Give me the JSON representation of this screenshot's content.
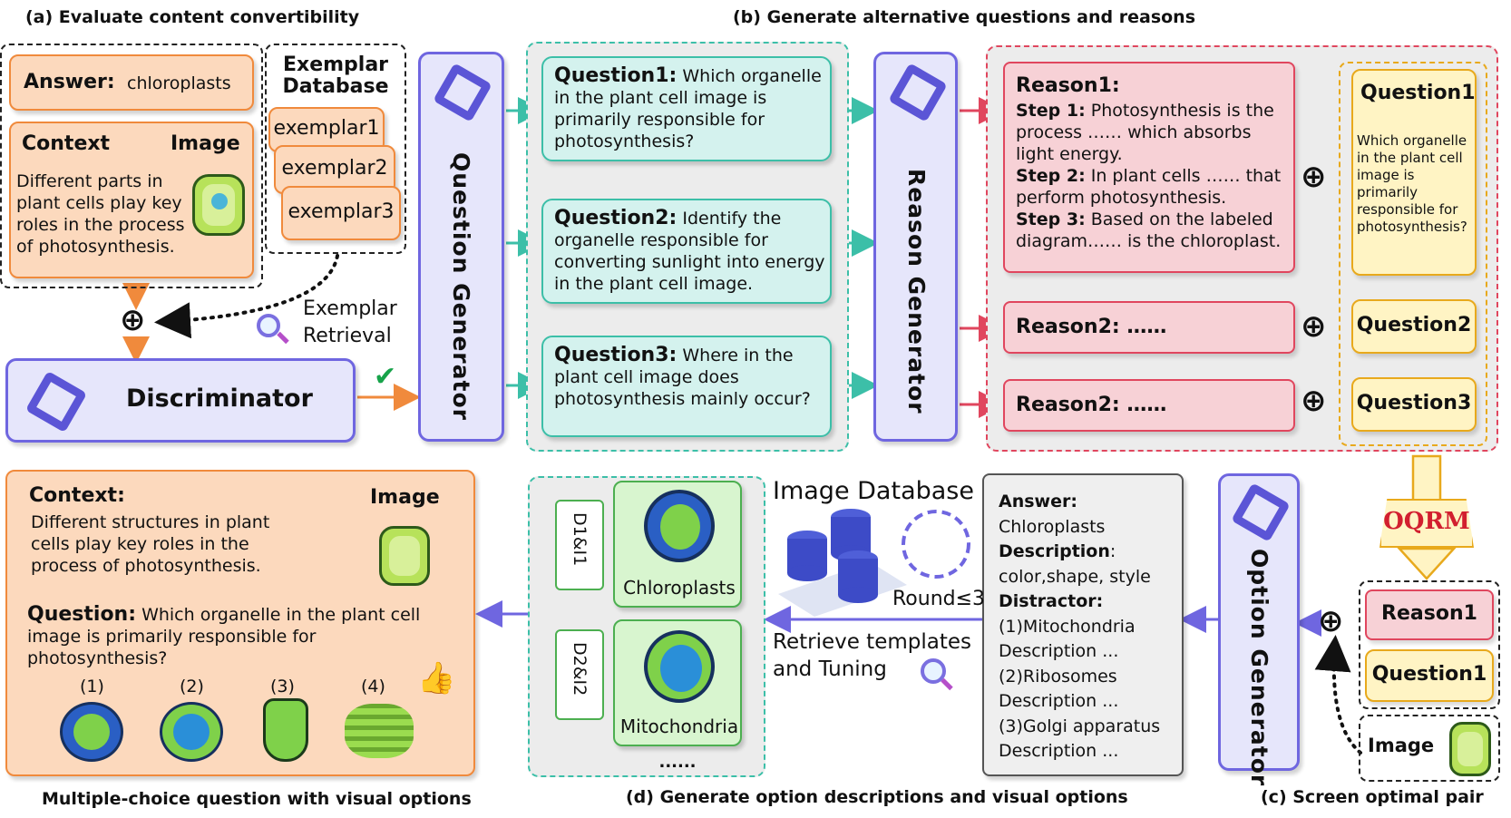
{
  "captions": {
    "a": "(a) Evaluate content convertibility",
    "b": "(b) Generate alternative questions and reasons",
    "c": "(c) Screen optimal pair",
    "d": "(d) Generate option descriptions and visual options",
    "mcq": "Multiple-choice question with visual options"
  },
  "panel_a": {
    "answer_label": "Answer:",
    "answer_value": "chloroplasts",
    "context_label": "Context",
    "image_label": "Image",
    "context_text": "Different parts in plant cells play key roles in the process of photosynthesis.",
    "exemplar_title": "Exemplar Database",
    "exemplars": [
      "exemplar1",
      "exemplar2",
      "exemplar3"
    ],
    "retrieval_label": "Exemplar Retrieval",
    "discriminator": "Discriminator",
    "check_mark": "✔"
  },
  "panel_b": {
    "question_generator": "Question Generator",
    "reason_generator": "Reason Generator",
    "questions": [
      {
        "label": "Question1:",
        "text": "Which organelle in the plant cell image is primarily responsible for photosynthesis?"
      },
      {
        "label": "Question2:",
        "text": "Identify the organelle responsible for converting sunlight into energy in the plant cell image."
      },
      {
        "label": "Question3:",
        "text": "Where in the plant cell image does photosynthesis mainly occur?"
      }
    ],
    "reason1": {
      "label": "Reason1:",
      "steps": [
        {
          "label": "Step 1:",
          "text": "Photosynthesis is the process …… which absorbs light energy."
        },
        {
          "label": "Step 2:",
          "text": "In plant cells …… that perform photosynthesis."
        },
        {
          "label": "Step 3:",
          "text": "Based on the labeled diagram…… is the chloroplast."
        }
      ]
    },
    "reason2": "Reason2: ……",
    "reason3": "Reason2: ……",
    "q1_title": "Question1",
    "q1_text": "Which organelle in the plant cell image is primarily responsible for photosynthesis?",
    "q2_title": "Question2",
    "q3_title": "Question3"
  },
  "panel_c": {
    "oqrm": "OQRM",
    "reason": "Reason1",
    "question": "Question1",
    "image": "Image",
    "option_generator": "Option Generator"
  },
  "panel_d": {
    "answer_label": "Answer:",
    "answer_value": "Chloroplasts",
    "description_label": "Description",
    "description_value": "color,shape, style",
    "distractor_label": "Distractor:",
    "distractors": [
      "(1)Mitochondria",
      "Description ...",
      "(2)Ribosomes",
      "Description ...",
      "(3)Golgi apparatus",
      "Description ..."
    ],
    "image_database": "Image Database",
    "round": "Round≤3",
    "retrieve": "Retrieve templates and Tuning",
    "items": [
      {
        "tag": "D1&I1",
        "name": "Chloroplasts"
      },
      {
        "tag": "D2&I2",
        "name": "Mitochondria"
      }
    ],
    "more": "......"
  },
  "mcq": {
    "context_label": "Context:",
    "context_text": "Different structures in plant cells play key roles in the process of photosynthesis.",
    "image_label": "Image",
    "question_label": "Question:",
    "question_text": "Which organelle in the plant cell image is primarily responsible for photosynthesis?",
    "options": [
      "(1)",
      "(2)",
      "(3)",
      "(4)"
    ]
  },
  "colors": {
    "orange": "#f08a3c",
    "teal": "#3cbfa8",
    "pink": "#e0465e",
    "yellow": "#e8a91c",
    "purple": "#6f66e0"
  }
}
